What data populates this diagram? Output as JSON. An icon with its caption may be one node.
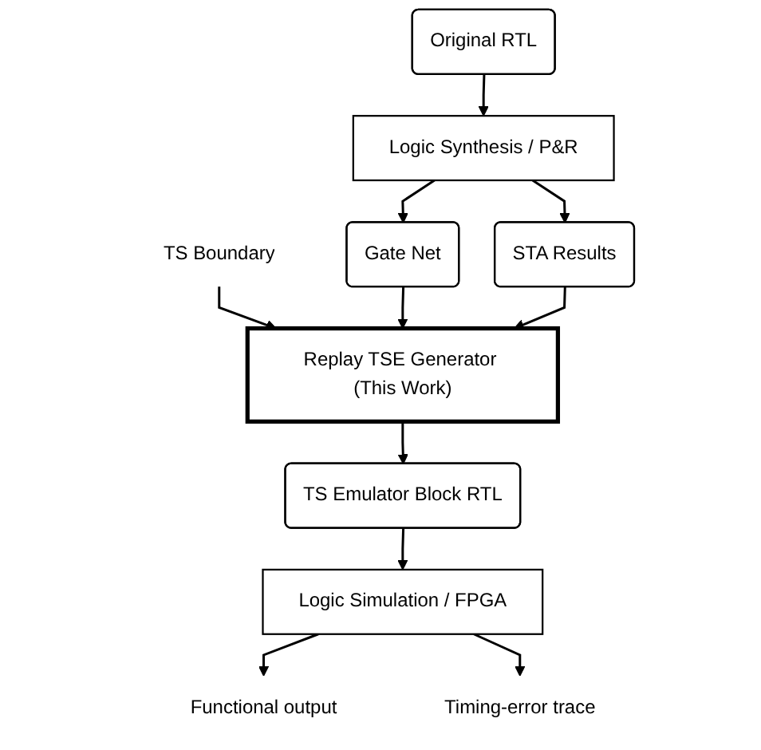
{
  "diagram": {
    "nodes": [
      {
        "text": [
          "Original RTL"
        ]
      },
      {
        "text": [
          "Logic Synthesis / P&R"
        ]
      },
      {
        "text": [
          "Gate Net"
        ]
      },
      {
        "text": [
          "STA Results"
        ]
      },
      {
        "text": [
          "TS Boundary"
        ]
      },
      {
        "text": [
          "Replay TSE Generator (This Work)"
        ]
      },
      {
        "text": [
          "TS Emulator Block RTL"
        ]
      },
      {
        "text": [
          "Logic Simulation / FPGA"
        ]
      },
      {
        "text": [
          "Functional output"
        ]
      },
      {
        "text": [
          "Timing-error trace"
        ]
      }
    ],
    "edges": [
      {
        "from": 0,
        "to": 1,
        "arrow": "to"
      },
      {
        "from": 1,
        "to": 2,
        "arrow": "to"
      },
      {
        "from": 1,
        "to": 3,
        "arrow": "to"
      },
      {
        "from": 4,
        "to": 5,
        "arrow": "to"
      },
      {
        "from": 2,
        "to": 5,
        "arrow": "to"
      },
      {
        "from": 3,
        "to": 5,
        "arrow": "to"
      },
      {
        "from": 5,
        "to": 6,
        "arrow": "to"
      },
      {
        "from": 6,
        "to": 7,
        "arrow": "to"
      },
      {
        "from": 7,
        "to": 8,
        "arrow": "to"
      },
      {
        "from": 7,
        "to": 9,
        "arrow": "to"
      }
    ]
  }
}
